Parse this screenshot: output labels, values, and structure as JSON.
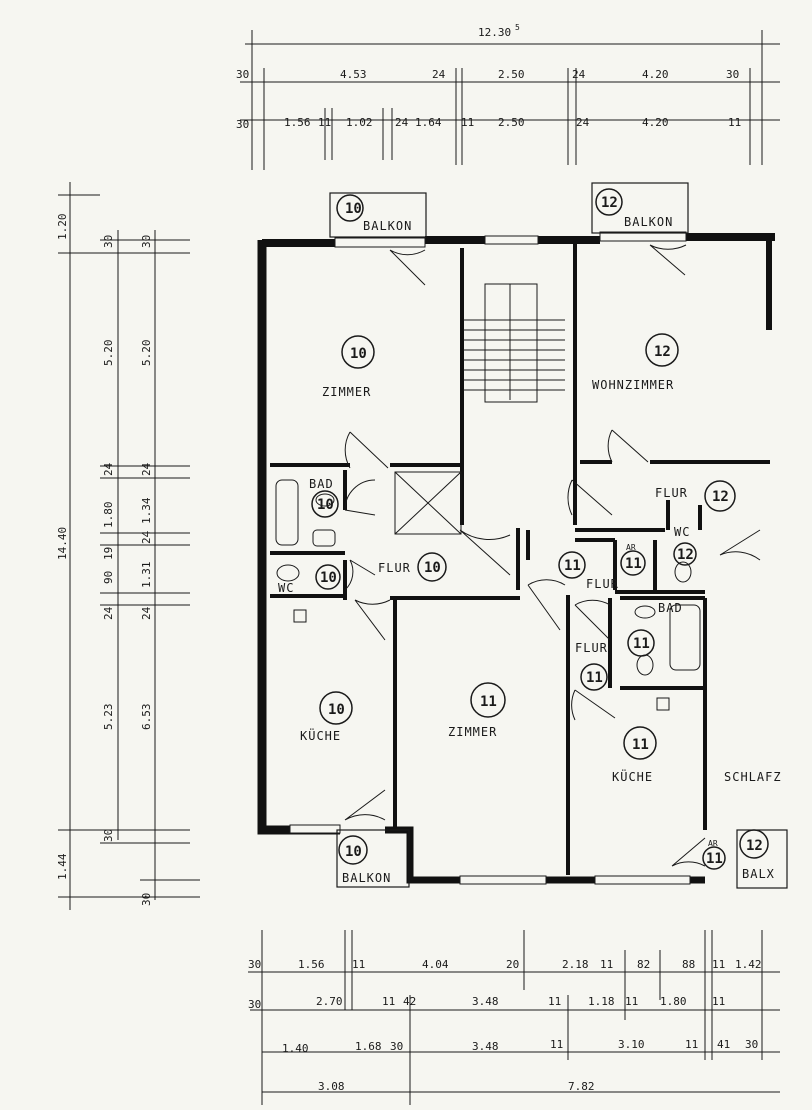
{
  "top_dimensions": {
    "overall": "12.30",
    "overall_sup": "5",
    "row1": [
      "30",
      "4.53",
      "24",
      "2.50",
      "24",
      "4.20",
      "30"
    ],
    "row2": [
      "30",
      "1.56",
      "11",
      "1.02",
      "24",
      "1.64",
      "11",
      "2.50",
      "24",
      "4.20",
      "11"
    ]
  },
  "left_dimensions": {
    "overall": "14.40",
    "col1": [
      "1.20",
      "1.44"
    ],
    "col2": [
      "30",
      "5.20",
      "24",
      "1.80",
      "19",
      "90",
      "24",
      "5.23",
      "30"
    ],
    "col3": [
      "30",
      "5.20",
      "24",
      "1.34",
      "24",
      "1.31",
      "24",
      "6.53",
      "30"
    ]
  },
  "bottom_dimensions": {
    "row1": [
      "30",
      "1.56",
      "11",
      "4.04",
      "20",
      "2.18",
      "11",
      "82",
      "88",
      "11",
      "1.42"
    ],
    "row2": [
      "30",
      "2.70",
      "11",
      "42",
      "3.48",
      "11",
      "1.18",
      "11",
      "1.80",
      "11"
    ],
    "row3": [
      "1.40",
      "1.68",
      "30",
      "3.48",
      "11",
      "3.10",
      "11",
      "41",
      "30"
    ],
    "row4": [
      "3.08",
      "7.82"
    ]
  },
  "rooms": [
    {
      "id": "balkon-10-top",
      "label": "BALKON",
      "number": "10"
    },
    {
      "id": "balkon-12-top",
      "label": "BALKON",
      "number": "12"
    },
    {
      "id": "zimmer-10",
      "label": "ZIMMER",
      "number": "10"
    },
    {
      "id": "wohnzimmer-12",
      "label": "WOHNZIMMER",
      "number": "12"
    },
    {
      "id": "bad-10",
      "label": "BAD",
      "number": "10"
    },
    {
      "id": "wc-10",
      "label": "WC",
      "number": "10"
    },
    {
      "id": "flur-10",
      "label": "FLUR",
      "number": "10"
    },
    {
      "id": "flur-12",
      "label": "FLUR",
      "number": "12"
    },
    {
      "id": "wc-12",
      "label": "WC",
      "number": "12"
    },
    {
      "id": "ar-11",
      "label": "AR",
      "number": "11"
    },
    {
      "id": "flur-11a",
      "label": "FLUR",
      "number": "11"
    },
    {
      "id": "bad-11",
      "label": "BAD",
      "number": "11"
    },
    {
      "id": "flur-11b",
      "label": "FLUR",
      "number": "11"
    },
    {
      "id": "kueche-10",
      "label": "KÜCHE",
      "number": "10"
    },
    {
      "id": "zimmer-11",
      "label": "ZIMMER",
      "number": "11"
    },
    {
      "id": "kueche-11",
      "label": "KÜCHE",
      "number": "11"
    },
    {
      "id": "schlafz",
      "label": "SCHLAFZ"
    },
    {
      "id": "ar-11b",
      "label": "AR",
      "number": "11"
    },
    {
      "id": "balkon-10-bottom",
      "label": "BALKON",
      "number": "10"
    },
    {
      "id": "balkon-12-bottom",
      "label": "BALX",
      "number": "12"
    }
  ]
}
